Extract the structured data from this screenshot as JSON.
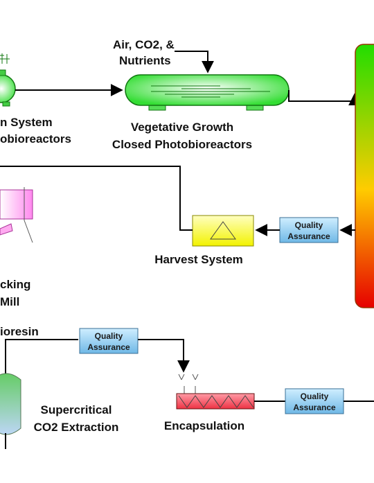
{
  "colors": {
    "line": "#000000",
    "qa_fill_top": "#cfeeff",
    "qa_fill_bottom": "#6fb8e6",
    "qa_stroke": "#3a6f95",
    "harvest_fill_top": "#ffffc0",
    "harvest_fill_bottom": "#f2f200",
    "tower_top": "#e60000",
    "tower_mid": "#ffcc00",
    "tower_bottom": "#22dd00",
    "pbr_green": "#33dd33",
    "mill_pink": "#ff88ee",
    "extraction_top": "#66cc66",
    "extraction_bottom": "#bcd6f5",
    "encap_red": "#ee3344"
  },
  "labels": {
    "inputs": [
      "Air, CO2, &",
      "Nutrients"
    ],
    "veg_growth": [
      "Vegetative Growth",
      "Closed Photobioreactors"
    ],
    "left_system": [
      "n System",
      "obioreactors"
    ],
    "harvest": "Harvest System",
    "cracking": [
      "cking",
      "Mill"
    ],
    "bioresin": "ioresin",
    "extraction": [
      "Supercritical",
      "CO2 Extraction"
    ],
    "encapsulation": "Encapsulation"
  },
  "quality_assurance": [
    {
      "line1": "Quality",
      "line2": "Assurance"
    },
    {
      "line1": "Quality",
      "line2": "Assurance"
    },
    {
      "line1": "Quality",
      "line2": "Assurance"
    }
  ]
}
